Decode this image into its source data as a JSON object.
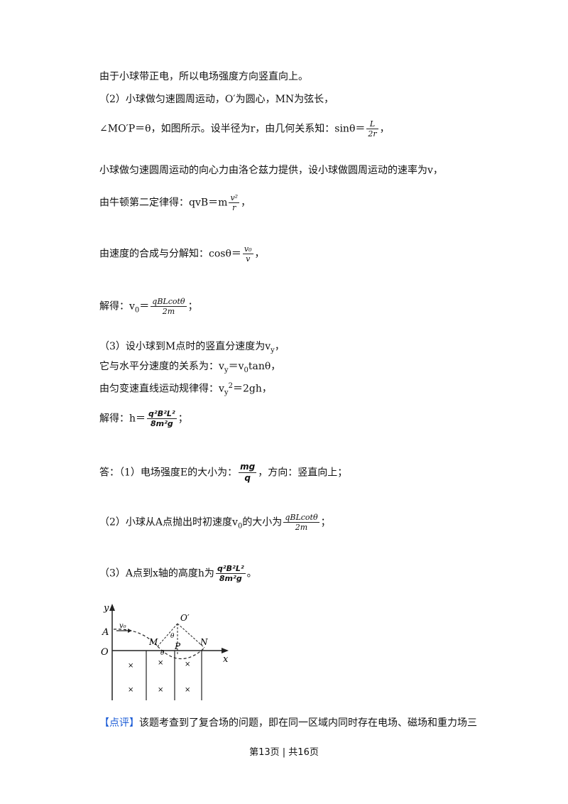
{
  "lines": {
    "l1": "由于小球带正电，所以电场强度方向竖直向上。",
    "l2": "（2）小球做匀速圆周运动，O′为圆心，MN为弦长，",
    "l3_pre": "∠MO′P＝θ，如图所示。设半径为r，由几何关系知：sinθ",
    "l3_eq": "＝",
    "l3_num": "L",
    "l3_den": "2r",
    "l3_post": "，",
    "l4": "小球做匀速圆周运动的向心力由洛仑兹力提供，设小球做圆周运动的速率为v，",
    "l5_pre": "由牛顿第二定律得：qvB＝m",
    "l5_num": "v²",
    "l5_den": "r",
    "l5_post": "，",
    "l6_pre": "由速度的合成与分解知：cosθ",
    "l6_eq": "＝",
    "l6_num": "v₀",
    "l6_den": "v",
    "l6_post": "，",
    "l7_pre": "解得：v",
    "l7_sub": "0",
    "l7_eq": "＝",
    "l7_num": "qBLcotθ",
    "l7_den": "2m",
    "l7_post": "；",
    "l8": "（3）设小球到M点时的竖直分速度为v",
    "l8_sub": "y",
    "l8_post": "，",
    "l9_pre": "它与水平分速度的关系为：v",
    "l9_sub": "y",
    "l9_mid": "＝v",
    "l9_sub2": "0",
    "l9_post": "tanθ，",
    "l10_pre": "由匀变速直线运动规律得：v",
    "l10_sub": "y",
    "l10_sup": "2",
    "l10_post": "＝2gh，",
    "l11_pre": "解得：h",
    "l11_eq": "＝",
    "l11_num": "q²B²L²",
    "l11_den": "8m²g",
    "l11_post": "；",
    "l12_pre": "答：（1）电场强度E的大小为：",
    "l12_num": "mg",
    "l12_den": "q",
    "l12_post": "，方向：竖直向上；",
    "l13_pre": "（2）小球从A点抛出时初速度v",
    "l13_sub": "0",
    "l13_mid": "的大小为",
    "l13_num": "qBLcotθ",
    "l13_den": "2m",
    "l13_post": "；",
    "l14_pre": "（3）A点到x轴的高度h为",
    "l14_num": "q²B²L²",
    "l14_den": "8m²g",
    "l14_post": "。",
    "comment_tag": "【点评】",
    "comment_text": "该题考查到了复合场的问题，即在同一区域内同时存在电场、磁场和重力场三"
  },
  "diagram": {
    "label_y": "y",
    "label_x": "x",
    "label_O": "O",
    "label_A": "A",
    "label_v0": "v₀",
    "label_M": "M",
    "label_P": "P",
    "label_N": "N",
    "label_Oprime": "O′",
    "label_theta1": "θ",
    "label_theta2": "θ",
    "field_mark": "×"
  },
  "footer": "第13页 | 共16页"
}
